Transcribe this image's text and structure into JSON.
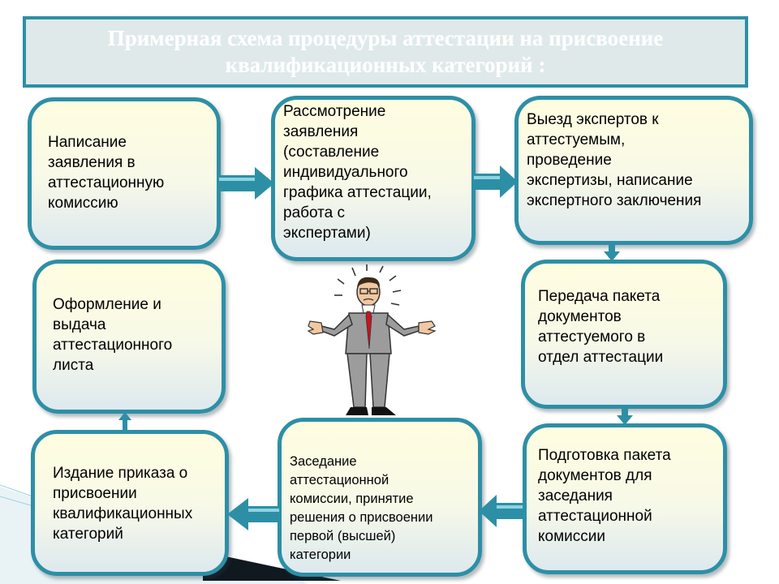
{
  "title": "Примерная схема процедуры аттестации на присвоение квалификационных категорий :",
  "steps": {
    "s1": "Написание\nзаявления в\nаттестационную\nкомиссию",
    "s2": "Рассмотрение\nзаявления\n(составление\nиндивидуального\nграфика аттестации,\n работа с\nэкспертами)",
    "s3": "Выезд экспертов к\nаттестуемым,\n проведение\nэкспертизы, написание\nэкспертного заключения",
    "s4": "Передача  пакета\nдокументов\nаттестуемого в\nотдел аттестации",
    "s5": "Подготовка пакета\nдокументов для\nзаседания\nаттестационной\nкомиссии",
    "s6": "Заседание\nаттестационной\nкомиссии, принятие\nрешения о присвоении\nпервой (высшей)\nкатегории",
    "s7": "Издание приказа о\nприсвоении\nквалификационных\nкатегорий",
    "s8": "Оформление и\nвыдача\nаттестационного\nлиста"
  },
  "colors": {
    "border": "#2d8fa6",
    "arrow": "#2d8fa6",
    "title_bg": "#dfe9e9",
    "box_top": "#fffde0",
    "box_bottom": "#dde9ef"
  },
  "icons": {
    "figure": "confused-man-icon"
  }
}
